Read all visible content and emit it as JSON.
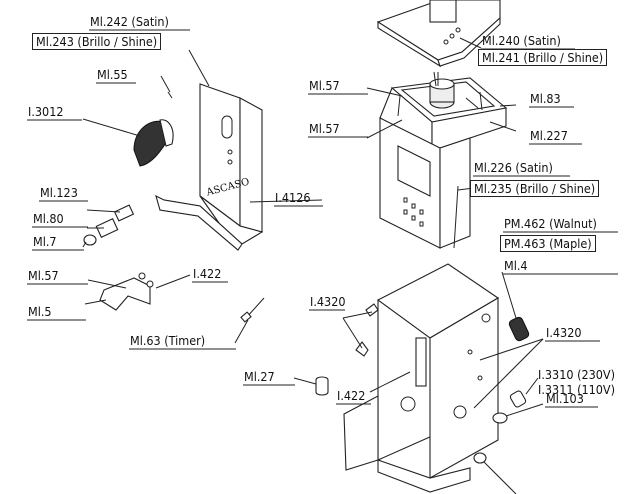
{
  "labels": {
    "ml242": "Ml.242 (Satin)",
    "ml243": "Ml.243 (Brillo / Shine)",
    "ml55": "Ml.55",
    "i3012": "I.3012",
    "ml123": "Ml.123",
    "ml80": "Ml.80",
    "ml7": "Ml.7",
    "ml57_left": "Ml.57",
    "i422_left": "I.422",
    "ml5": "Ml.5",
    "ml63": "Ml.63 (Timer)",
    "i4126": "I.4126",
    "ml27": "Ml.27",
    "i4320_left": "I.4320",
    "i422_mid": "I.422",
    "ml57_top": "Ml.57",
    "ml57_mid": "Ml.57",
    "ml83": "Ml.83",
    "ml227": "Ml.227",
    "ml240": "Ml.240 (Satin)",
    "ml241": "Ml.241 (Brillo / Shine)",
    "ml226": "Ml.226 (Satin)",
    "ml235": "Ml.235 (Brillo / Shine)",
    "pm462": "PM.462 (Walnut)",
    "pm463": "PM.463 (Maple)",
    "ml4": "Ml.4",
    "i4320_right": "I.4320",
    "i3310": "I.3310 (230V)",
    "i3311": "I.3311 (110V)",
    "ml103": "Ml.103",
    "logo": "ASCASO"
  }
}
